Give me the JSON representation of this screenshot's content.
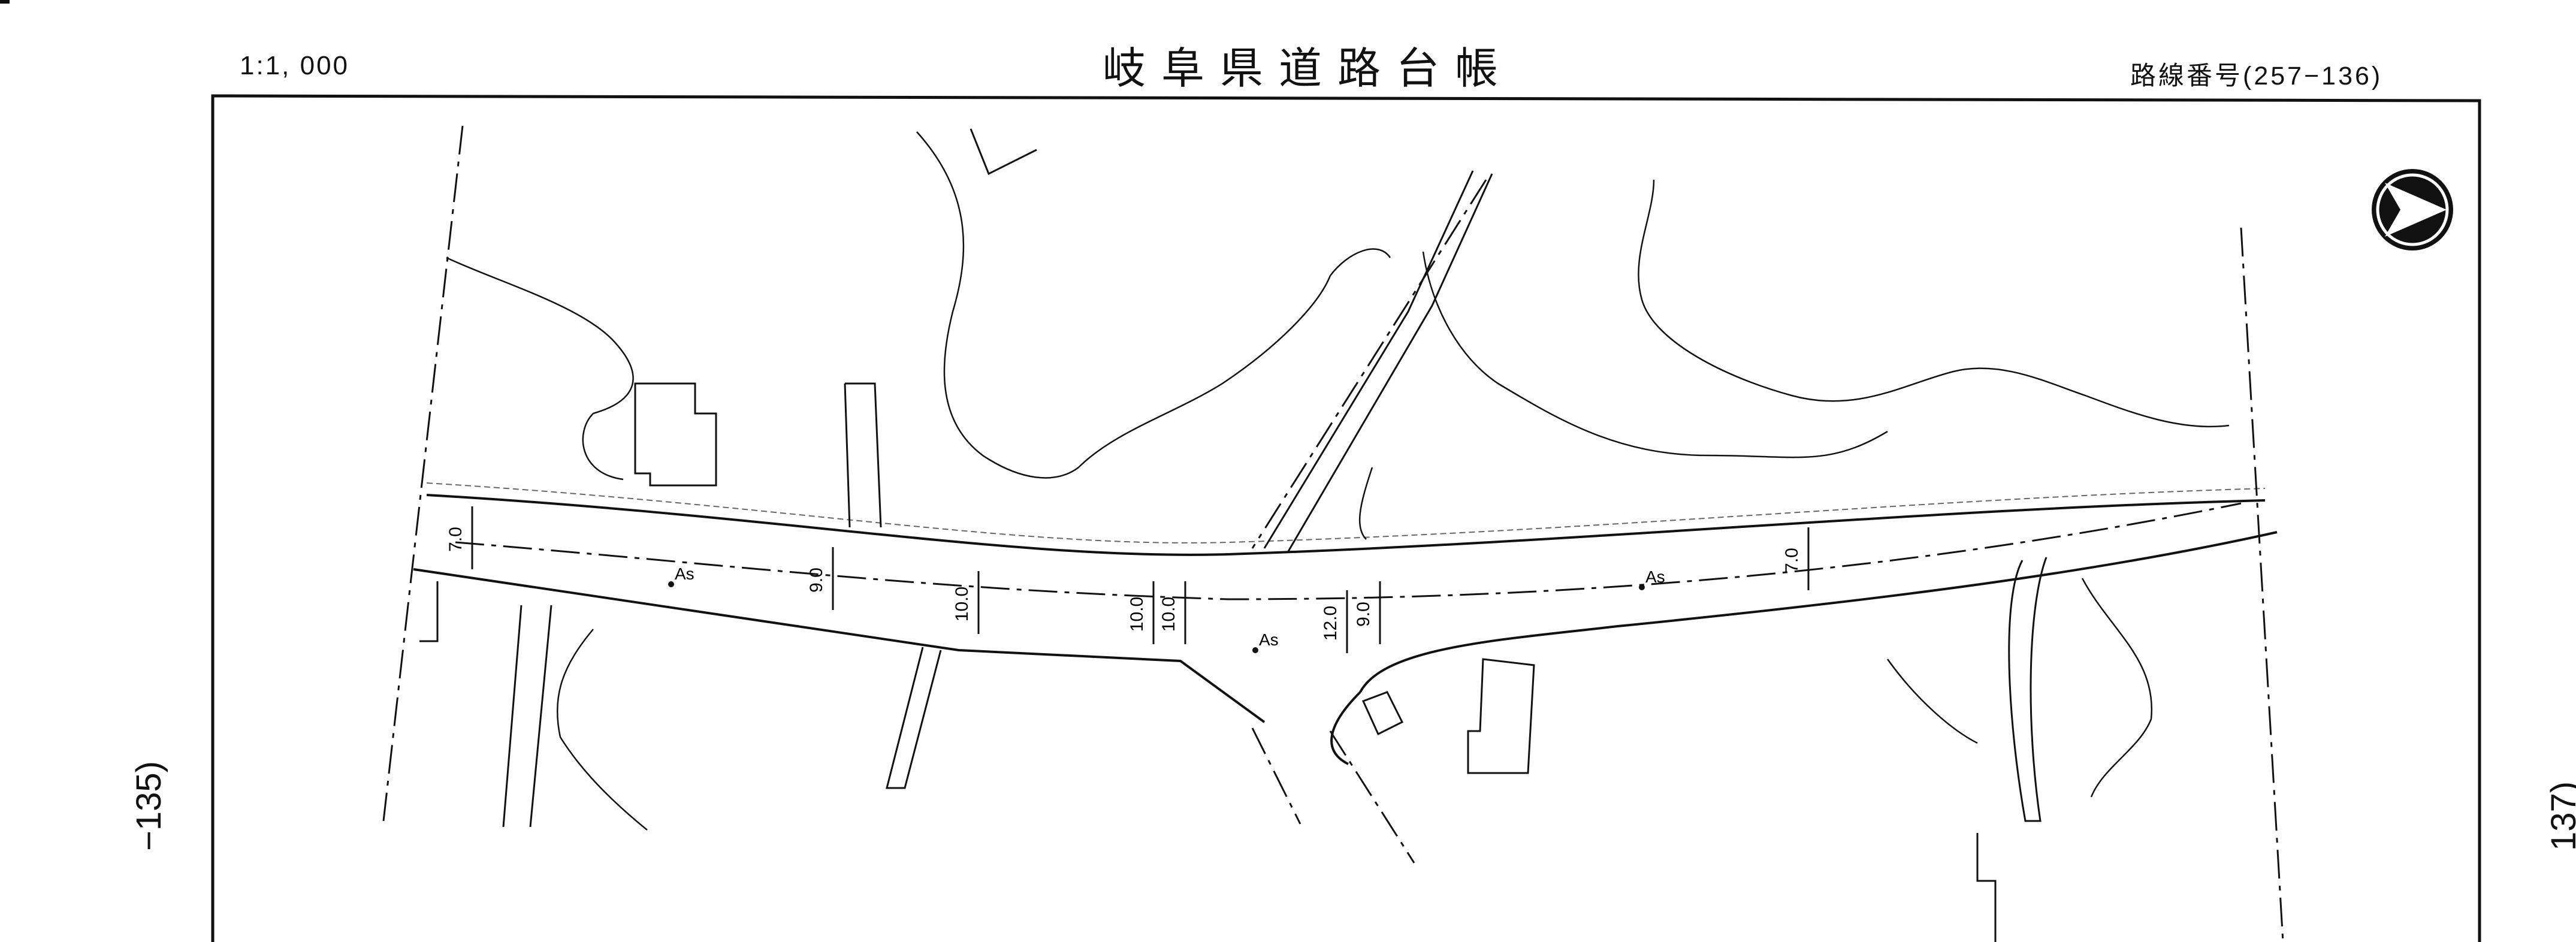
{
  "header": {
    "scale": "1:1, 000",
    "title": "岐阜県道路台帳",
    "route_number": "路線番号(257−136)"
  },
  "adjacent_sheets": {
    "previous": "−135)",
    "next": "137)"
  },
  "map": {
    "width_labels": [
      "7.0",
      "9.0",
      "10.0",
      "10.0",
      "10.0",
      "12.0",
      "9.0",
      "7.0"
    ],
    "surface_labels": [
      "As",
      "As",
      "As"
    ],
    "north_arrow_icon": "north-arrow-icon",
    "line_color": "#111111"
  }
}
